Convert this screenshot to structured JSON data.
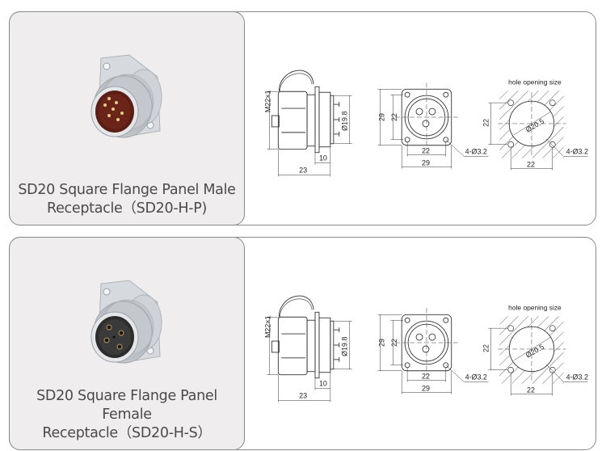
{
  "products": [
    {
      "caption_line1": "SD20 Square Flange Panel Male",
      "caption_line2": "Receptacle（SD20-H-P)",
      "type": "male",
      "drawing": {
        "side_view": {
          "thread": "M22×1",
          "diameter": "Ø19.8",
          "depth": "10",
          "length": "23"
        },
        "front_view": {
          "height_outer": "29",
          "height_inner": "22",
          "width_inner": "22",
          "width_outer": "29",
          "holes": "4-Ø3.2"
        },
        "hole_view": {
          "title": "hole opening size",
          "diameter": "Ø20.5",
          "height": "22",
          "width": "22",
          "holes": "4-Ø3.2"
        }
      }
    },
    {
      "caption_line1": "SD20 Square Flange Panel Female",
      "caption_line2": "Receptacle（SD20-H-S）",
      "type": "female",
      "drawing": {
        "side_view": {
          "thread": "M22×1",
          "diameter": "Ø19.8",
          "depth": "10",
          "length": "23"
        },
        "front_view": {
          "height_outer": "29",
          "height_inner": "22",
          "width_inner": "22",
          "width_outer": "29",
          "holes": "4-Ø3.2"
        },
        "hole_view": {
          "title": "hole opening size",
          "diameter": "Ø20.5",
          "height": "22",
          "width": "22",
          "holes": "4-Ø3.2"
        }
      }
    }
  ],
  "colors": {
    "panel_bg": "#efedee",
    "border": "#8a8a8a",
    "caption": "#4a4a4a",
    "metal": "#c9cdd2",
    "male_insert": "#5a1e14",
    "female_insert": "#2c2c2c"
  }
}
